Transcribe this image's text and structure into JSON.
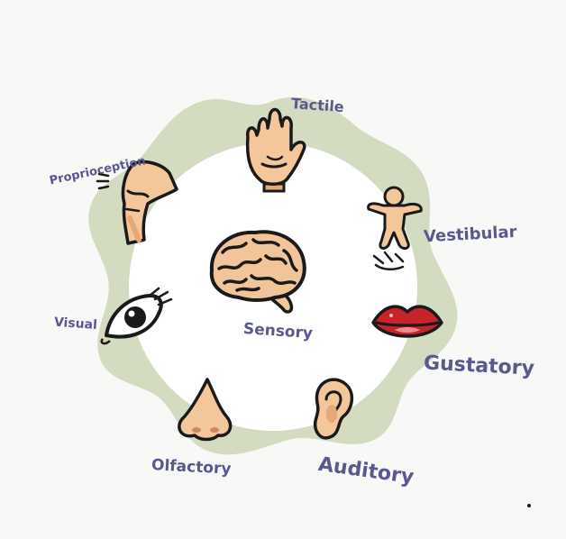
{
  "center": {
    "label": "Sensory",
    "icon": "brain-icon"
  },
  "senses": [
    {
      "id": "tactile",
      "label": "Tactile",
      "icon": "hand-icon"
    },
    {
      "id": "vestibular",
      "label": "Vestibular",
      "icon": "balancing-figure-icon"
    },
    {
      "id": "gustatory",
      "label": "Gustatory",
      "icon": "lips-icon"
    },
    {
      "id": "auditory",
      "label": "Auditory",
      "icon": "ear-icon"
    },
    {
      "id": "olfactory",
      "label": "Olfactory",
      "icon": "nose-icon"
    },
    {
      "id": "visual",
      "label": "Visual",
      "icon": "eye-icon"
    },
    {
      "id": "proprioception",
      "label": "Proprioception",
      "icon": "knee-joint-icon"
    }
  ],
  "colors": {
    "background": "#f8f8f6",
    "ring": "#d3dbc1",
    "inner": "#ffffff",
    "label": "#5a5890",
    "skin": "#f3c79a",
    "skin_dark": "#e4a974",
    "lips": "#c8222a",
    "outline": "#1a1a1a"
  }
}
